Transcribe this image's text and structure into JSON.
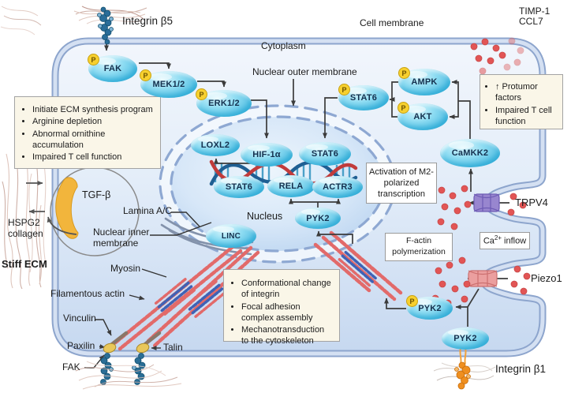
{
  "labels": {
    "integrin_b5": "Integrin β5",
    "cell_membrane": "Cell membrane",
    "timp1": "TIMP-1",
    "ccl7": "CCL7",
    "cytoplasm": "Cytoplasm",
    "nuclear_outer_membrane": "Nuclear outer membrane",
    "lamina_ac": "Lamina A/C",
    "nucleus": "Nucleus",
    "nuclear_inner_membrane": "Nuclear inner\nmembrane",
    "myosin": "Myosin",
    "filamentous_actin": "Filamentous actin",
    "vinculin": "Vinculin",
    "paxilin": "Paxilin",
    "talin": "Talin",
    "fak": "FAK",
    "hspg2_collagen": "HSPG2\ncollagen",
    "stiff_ecm": "Stiff ECM",
    "tgf_beta": "TGF-β",
    "trpv4": "TRPV4",
    "piezo1": "Piezo1",
    "integrin_b1": "Integrin β1",
    "ca_inflow": {
      "pre": "Ca",
      "sup": "2+",
      "post": " inflow"
    }
  },
  "nodes": {
    "fak": "FAK",
    "mek12": "MEK1/2",
    "erk12": "ERK1/2",
    "stat6_cyto": "STAT6",
    "ampk": "AMPK",
    "akt": "AKT",
    "camkk2": "CaMKK2",
    "loxl2": "LOXL2",
    "hif1a": "HIF-1α",
    "stat6_nuc_upper": "STAT6",
    "stat6_nuc_lower": "STAT6",
    "rela": "RELA",
    "actr3": "ACTR3",
    "pyk2_nuclear": "PYK2",
    "linc": "LINC",
    "pyk2_phospho": "PYK2",
    "pyk2_membrane": "PYK2",
    "phospho_badge": "P"
  },
  "boxes": {
    "ecm_effects": [
      "Initiate ECM synthesis program",
      "Arginine depletion",
      "Abnormal ornithine accumulation",
      "Impaired T cell function"
    ],
    "protumor": [
      "↑ Protumor factors",
      "Impaired T cell function"
    ],
    "m2_transcription": "Activation of M2-polarized transcription",
    "f_actin": "F-actin polymerization",
    "mechanotransduction": [
      "Conformational change of integrin",
      "Focal adhesion complex assembly",
      "Mechanotransduction to the cytoskeleton"
    ]
  },
  "colors": {
    "node_fill": "#4fbce2",
    "node_text": "#14304e",
    "phospho_yellow": "#f7d02e",
    "membrane_blue": "#8da5cd",
    "cytoplasm_blue": "#dce8f7",
    "nucleus_blue": "#c3d9f1",
    "actin_red": "#e26a6a",
    "myosin_blue": "#3f62b5",
    "dna_red": "#c13b3b",
    "dna_blue": "#1f5f93",
    "ion_red": "#e25555",
    "trpv4_purple": "#9886cf",
    "piezo1_pink": "#eb9f9f",
    "tgfb_yellow": "#f2b53c",
    "box_cream": "#faf6e8"
  }
}
